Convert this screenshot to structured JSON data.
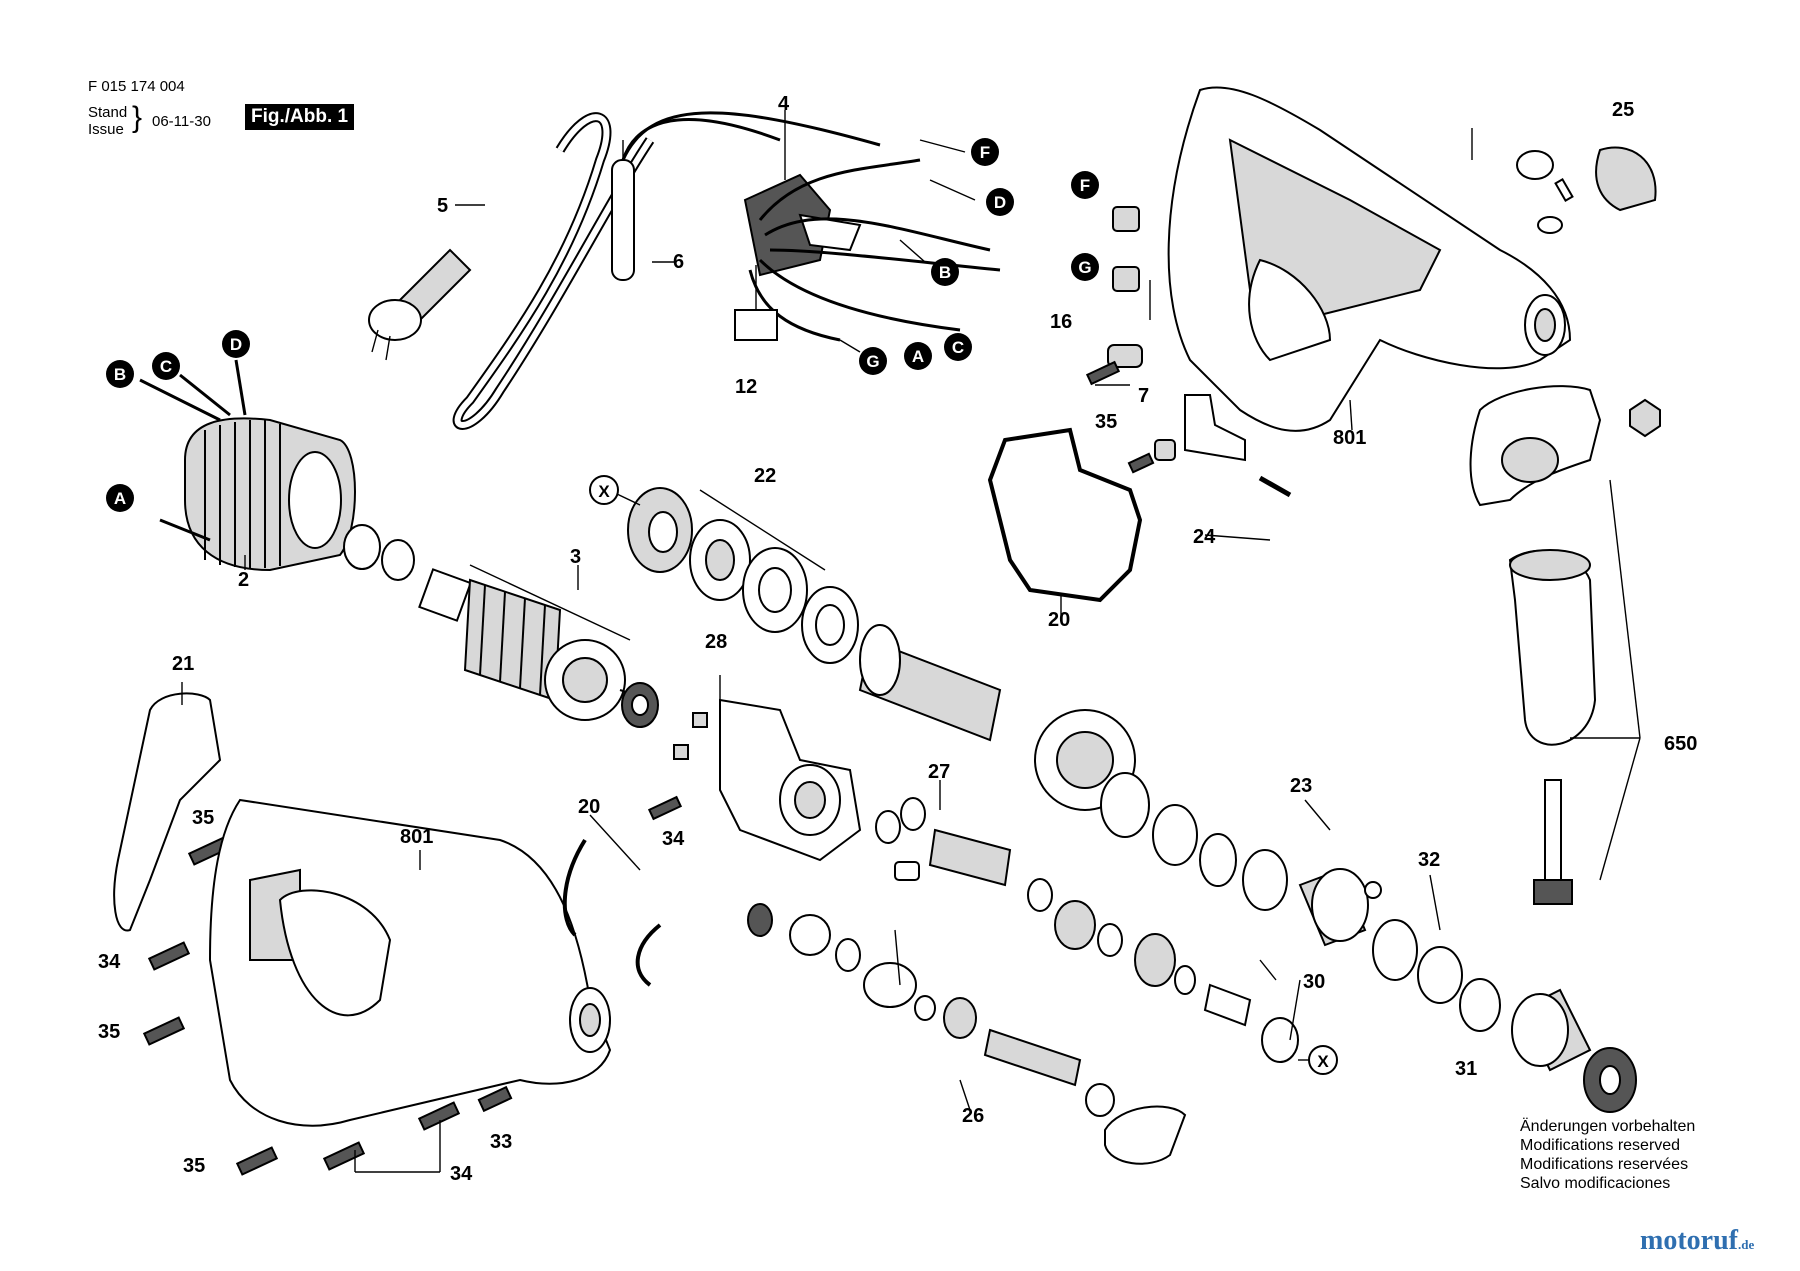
{
  "header": {
    "doc_number": "F 015 174 004",
    "stand_label": "Stand",
    "issue_label": "Issue",
    "date": "06-11-30",
    "fig_label": "Fig./Abb. 1"
  },
  "part_labels": {
    "p2": "2",
    "p3": "3",
    "p4": "4",
    "p5": "5",
    "p6": "6",
    "p7": "7",
    "p12": "12",
    "p16": "16",
    "p20a": "20",
    "p20b": "20",
    "p21": "21",
    "p22": "22",
    "p23": "23",
    "p24": "24",
    "p25": "25",
    "p26": "26",
    "p27": "27",
    "p28": "28",
    "p30": "30",
    "p31": "31",
    "p32": "32",
    "p33": "33",
    "p34a": "34",
    "p34b": "34",
    "p34c": "34",
    "p35a": "35",
    "p35b": "35",
    "p35c": "35",
    "p35d": "35",
    "p650": "650",
    "p801a": "801",
    "p801b": "801"
  },
  "connectors": {
    "f1": "F",
    "d1": "D",
    "b1": "B",
    "g1": "G",
    "a1": "A",
    "c1": "C",
    "f2": "F",
    "g2": "G",
    "b2": "B",
    "c2": "C",
    "d2": "D",
    "a2": "A",
    "x1": "X",
    "x2": "X"
  },
  "notes": [
    "Änderungen vorbehalten",
    "Modifications reserved",
    "Modifications reservées",
    "Salvo modificaciones"
  ],
  "brand": {
    "name": "motoruf",
    "suffix": ".de"
  }
}
